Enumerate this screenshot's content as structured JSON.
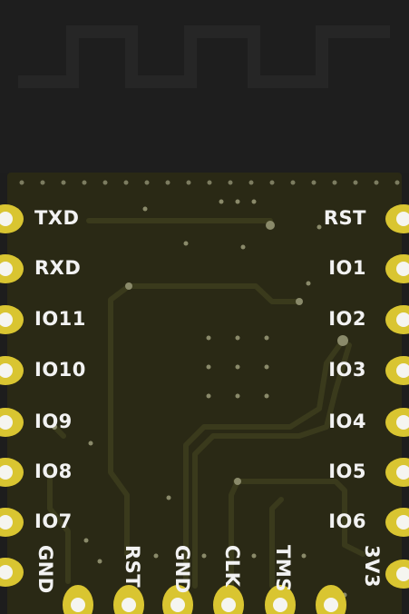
{
  "left_pins": [
    "TXD",
    "RXD",
    "IO11",
    "IO10",
    "IO9",
    "IO8",
    "IO7"
  ],
  "right_pins": [
    "RST",
    "IO1",
    "IO2",
    "IO3",
    "IO4",
    "IO5",
    "IO6"
  ],
  "bottom_pins": [
    "GND",
    "RST",
    "GND",
    "CLK",
    "TMS",
    "3V3"
  ],
  "colors": {
    "pad": "#d9c531",
    "pad_hole": "#f5f5f0",
    "board": "#2a2915",
    "antenna_area": "#1e1e1e",
    "trace": "#3a3a1c",
    "label": "#f2f2f2"
  }
}
